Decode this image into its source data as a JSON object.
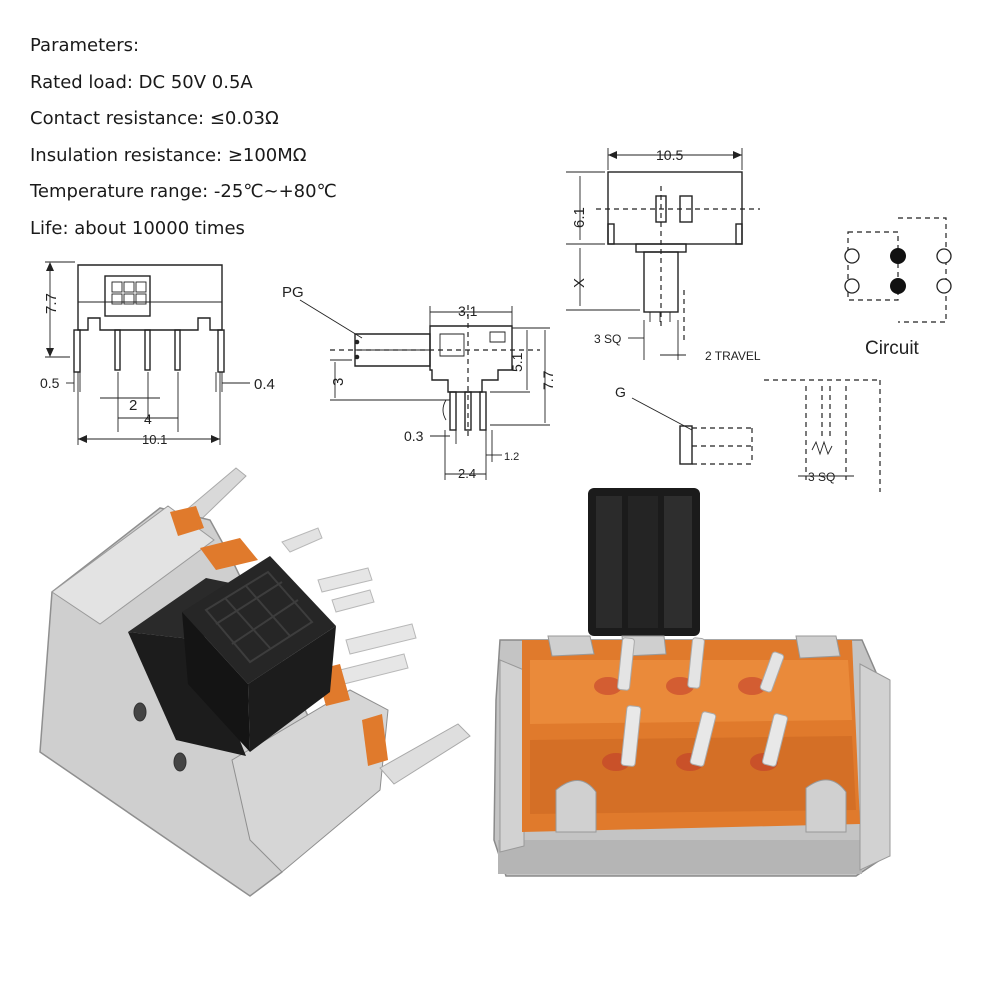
{
  "parameters": {
    "heading": "Parameters:",
    "rated_load": "Rated load: DC 50V 0.5A",
    "contact_resistance": "Contact resistance: ≤0.03Ω",
    "insulation_resistance": "Insulation resistance: ≥100MΩ",
    "temperature_range": "Temperature range: -25℃~+80℃",
    "life": "Life: about 10000 times"
  },
  "front_view": {
    "height": "7.7",
    "pin_left": "0.5",
    "pin_right": "0.4",
    "pitch": "2",
    "span": "4",
    "width": "10.1"
  },
  "side_view": {
    "label_pg": "PG",
    "top": "3.1",
    "left": "3",
    "right_a": "5.1",
    "right_b": "7.7",
    "pin_a": "0.3",
    "pin_b": "1.2",
    "pin_c": "2.4"
  },
  "top_view": {
    "width": "10.5",
    "height": "6.1",
    "x": "X",
    "sq": "3 SQ",
    "travel": "2 TRAVEL"
  },
  "handle_views": {
    "label_g": "G",
    "sq": "3 SQ"
  },
  "circuit": {
    "label": "Circuit"
  },
  "colors": {
    "metal": "#c9c9c9",
    "plastic_black": "#1c1c1c",
    "base_orange": "#e07a2c"
  }
}
